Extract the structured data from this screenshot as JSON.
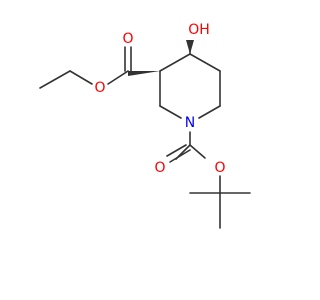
{
  "molecule": {
    "colors": {
      "bond": "#333333",
      "oxygen": "#ff0000",
      "nitrogen": "#0000ff"
    },
    "atoms": {
      "hydroxyl": "OH",
      "ester_carbonyl_oxygen": "O",
      "ester_ether_oxygen": "O",
      "ring_nitrogen": "N",
      "carbamate_carbonyl_oxygen": "O",
      "carbamate_ether_oxygen": "O"
    }
  }
}
